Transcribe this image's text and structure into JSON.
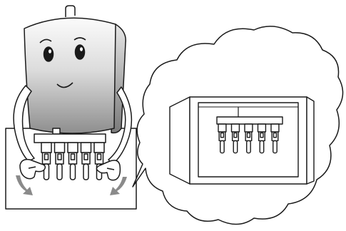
{
  "colors": {
    "line": "#1a1a1a",
    "fill": "#ffffff",
    "body_gradient_light": "#fafafa",
    "body_gradient_dark": "#9a9a9a",
    "eye": "#1a1a1a",
    "arrow_gray": "#8a8a8a"
  },
  "icons": {
    "character": "breaker-character",
    "bubble": "thought-bubble",
    "box": "breaker-box"
  },
  "breakers": {
    "count_left": 5,
    "count_right": 5
  }
}
